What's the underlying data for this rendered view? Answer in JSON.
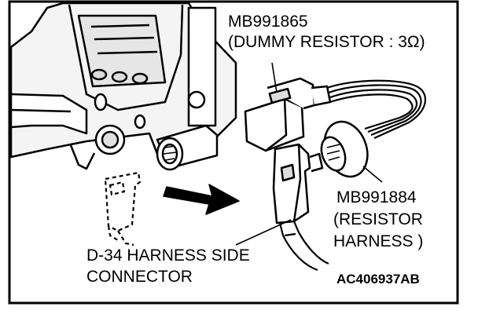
{
  "labels": {
    "dummy_resistor_part": "MB991865",
    "dummy_resistor_desc": "(DUMMY RESISTOR : 3Ω)",
    "resistor_harness_part": "MB991884",
    "resistor_harness_desc_1": "(RESISTOR",
    "resistor_harness_desc_2": "HARNESS )",
    "connector_line_1": "D-34 HARNESS SIDE",
    "connector_line_2": "CONNECTOR"
  },
  "figure_code": "AC406937AB"
}
